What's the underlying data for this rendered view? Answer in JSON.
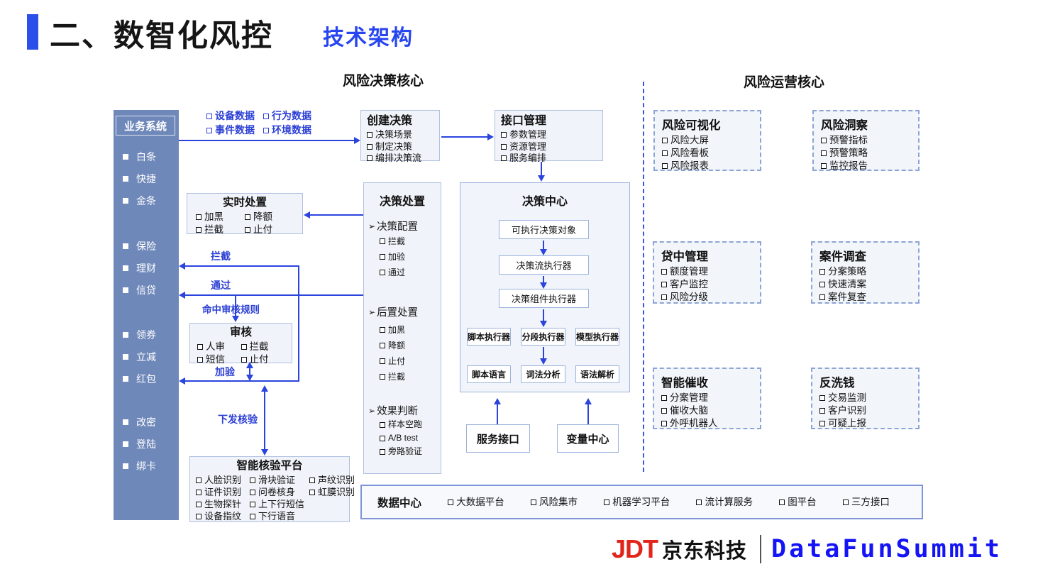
{
  "header": {
    "title": "二、数智化风控",
    "subtitle": "技术架构"
  },
  "sections": {
    "left_title": "风险决策核心",
    "right_title": "风险运营核心"
  },
  "icons": {
    "section_arrow": "➢"
  },
  "sidebar": {
    "title": "业务系统",
    "groups": [
      [
        "白条",
        "快捷",
        "金条"
      ],
      [
        "保险",
        "理财",
        "信贷"
      ],
      [
        "领券",
        "立减",
        "红包"
      ],
      [
        "改密",
        "登陆",
        "绑卡"
      ]
    ]
  },
  "data_inputs": [
    "设备数据",
    "行为数据",
    "事件数据",
    "环境数据"
  ],
  "boxes": {
    "create_decision": {
      "title": "创建决策",
      "items": [
        "决策场景",
        "制定决策",
        "编排决策流"
      ]
    },
    "interface_mgmt": {
      "title": "接口管理",
      "items": [
        "参数管理",
        "资源管理",
        "服务编排"
      ]
    },
    "realtime_disposal": {
      "title": "实时处置",
      "items": [
        "加黑",
        "降额",
        "拦截",
        "止付"
      ]
    },
    "review": {
      "title": "审核",
      "items": [
        "人审",
        "拦截",
        "短信",
        "止付"
      ]
    },
    "verify_platform": {
      "title": "智能核验平台",
      "items": [
        "人脸识别",
        "滑块验证",
        "声纹识别",
        "证件识别",
        "问卷核身",
        "虹膜识别",
        "生物探针",
        "上下行短信",
        "设备指纹",
        "下行语音"
      ]
    },
    "decision_disposal": {
      "title": "决策处置",
      "sections": [
        {
          "label": "决策配置",
          "items": [
            "拦截",
            "加验",
            "通过"
          ]
        },
        {
          "label": "后置处置",
          "items": [
            "加黑",
            "降额",
            "止付",
            "拦截"
          ]
        },
        {
          "label": "效果判断",
          "items": [
            "样本空跑",
            "A/B test",
            "旁路验证"
          ]
        }
      ]
    },
    "decision_center": {
      "title": "决策中心",
      "flow": [
        "可执行决策对象",
        "决策流执行器",
        "决策组件执行器"
      ],
      "executors": [
        "脚本执行器",
        "分段执行器",
        "模型执行器"
      ],
      "langs": [
        "脚本语言",
        "词法分析",
        "语法解析"
      ]
    },
    "service_interface": "服务接口",
    "variable_center": "变量中心"
  },
  "right_boxes": [
    {
      "title": "风险可视化",
      "items": [
        "风险大屏",
        "风险看板",
        "风险报表"
      ]
    },
    {
      "title": "风险洞察",
      "items": [
        "预警指标",
        "预警策略",
        "监控报告"
      ]
    },
    {
      "title": "贷中管理",
      "items": [
        "额度管理",
        "客户监控",
        "风险分级"
      ]
    },
    {
      "title": "案件调查",
      "items": [
        "分案策略",
        "快速清案",
        "案件复查"
      ]
    },
    {
      "title": "智能催收",
      "items": [
        "分案管理",
        "催收大脑",
        "外呼机器人"
      ]
    },
    {
      "title": "反洗钱",
      "items": [
        "交易监测",
        "客户识别",
        "可疑上报"
      ]
    }
  ],
  "data_center": {
    "title": "数据中心",
    "items": [
      "大数据平台",
      "风险集市",
      "机器学习平台",
      "流计算服务",
      "图平台",
      "三方接口"
    ]
  },
  "edge_labels": {
    "intercept": "拦截",
    "pass": "通过",
    "hit_rule": "命中审核规则",
    "add_verify": "加验",
    "send_verify": "下发核验"
  },
  "footer": {
    "logo_jdt": "JDT",
    "logo_text": "京东科技",
    "brand": "DataFunSummit"
  },
  "colors": {
    "accent_blue": "#2b50ea",
    "line_blue": "#2b44de",
    "sidebar_blue": "#6f88ba",
    "jd_red": "#e1251b",
    "brand_blue": "#1414f5"
  }
}
